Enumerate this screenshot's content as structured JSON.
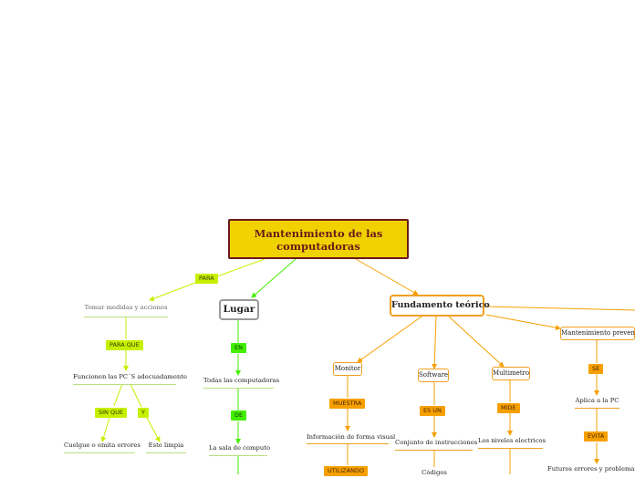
{
  "root": {
    "title": "Mantenimiento de las computadoras"
  },
  "nodes": {
    "tomar_medidas": "Tomar medidas y acciones",
    "funcionen_pcs": "Funcionen las PC´S adecuadamente",
    "cuelgue": "Cuelgue o emita errores",
    "limpia": "Este limpia",
    "lugar": "Lugar",
    "todas_computadoras": "Todas las computadoras",
    "sala_computo": "La sala de computo",
    "fundamento": "Fundamento teórico",
    "monitor": "Monitor",
    "info_visual": "Información de forma visual",
    "software": "Software",
    "conjunto_instrucciones": "Conjunto de instrucciones",
    "codigos": "Códigos",
    "multimetro": "Multimetro",
    "niveles_electricos": "Los niveles electricos",
    "mant_preventivo": "Mantenimiento preventivo",
    "aplica_pc": "Aplica a la PC",
    "futuros_errores": "Futuros errores y problemas tecnicos"
  },
  "connectors": {
    "para": "PARA",
    "para_que": "PARA QUE",
    "sin_que": "SIN QUE",
    "y": "Y",
    "en": "EN",
    "de": "DE",
    "muestra": "MUESTRA",
    "utilizando": "UTILIZANDO",
    "es_un": "ES UN",
    "mide": "MIDE",
    "se": "SE",
    "evita": "EVITA"
  },
  "colors": {
    "root_fill": "#f0d200",
    "root_border": "#6b1a1a",
    "branch_yellow": "#c6f000",
    "branch_green": "#44ee00",
    "branch_orange": "#f6a000"
  }
}
